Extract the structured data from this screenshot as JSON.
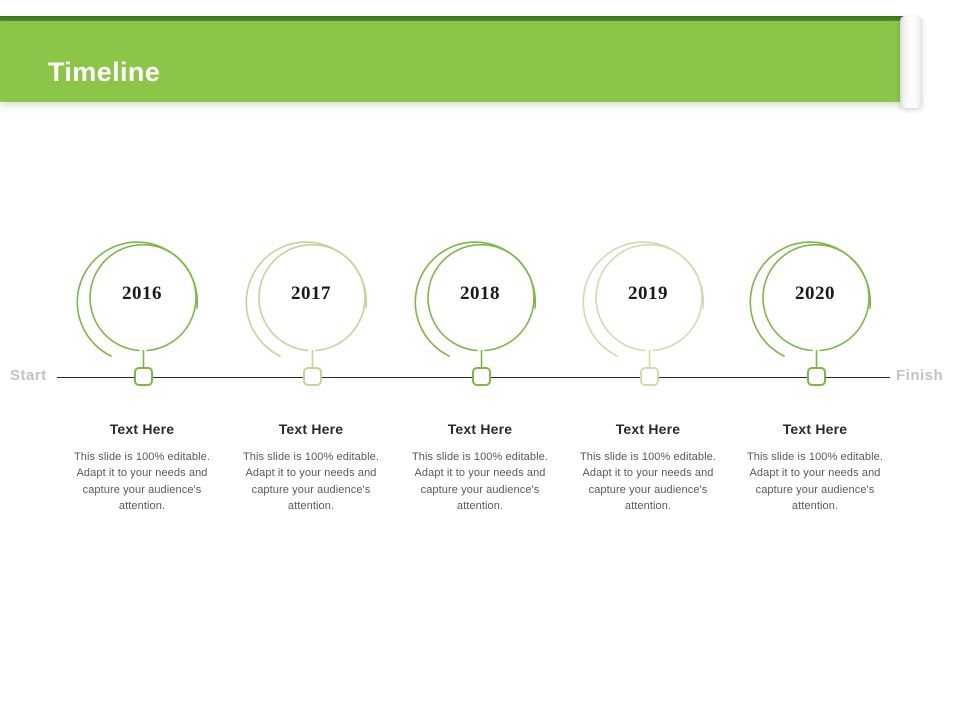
{
  "header": {
    "title": "Timeline",
    "band_color": "#8cc649",
    "band_top_edge_color": "#45801f",
    "title_color": "#ffffff"
  },
  "timeline": {
    "start_label": "Start",
    "finish_label": "Finish",
    "axis_color": "#2b2b2b",
    "endpoint_label_color": "#c3c3c3",
    "nodes": [
      {
        "year": "2016",
        "ring_color": "#7cb843",
        "marker_color": "#7cb843",
        "heading": "Text Here",
        "body": "This slide is 100% editable. Adapt it to your needs and capture your audience's attention."
      },
      {
        "year": "2017",
        "ring_color": "#c2d49a",
        "marker_color": "#c2d49a",
        "heading": "Text Here",
        "body": "This slide is 100% editable. Adapt it to your needs and capture your audience's attention."
      },
      {
        "year": "2018",
        "ring_color": "#7cb843",
        "marker_color": "#7cb843",
        "heading": "Text Here",
        "body": "This slide is 100% editable. Adapt it to your needs and capture your audience's attention."
      },
      {
        "year": "2019",
        "ring_color": "#cfdcae",
        "marker_color": "#cfdcae",
        "heading": "Text Here",
        "body": "This slide is 100% editable. Adapt it to your needs and capture your audience's attention."
      },
      {
        "year": "2020",
        "ring_color": "#7cb843",
        "marker_color": "#7cb843",
        "heading": "Text Here",
        "body": "This slide is 100% editable. Adapt it to your needs and capture your audience's attention."
      }
    ]
  }
}
